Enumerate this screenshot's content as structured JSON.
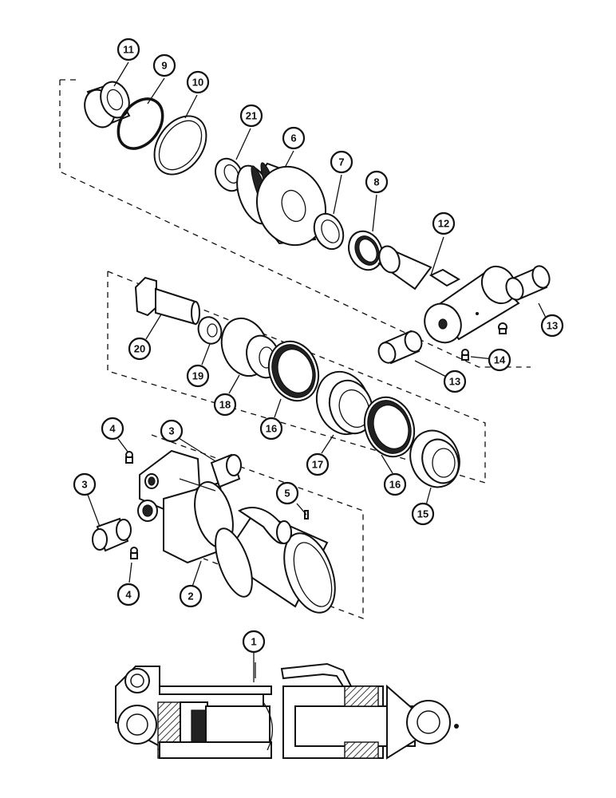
{
  "callouts": {
    "c1": "1",
    "c2": "2",
    "c3a": "3",
    "c3b": "3",
    "c4a": "4",
    "c4b": "4",
    "c5": "5",
    "c6": "6",
    "c7": "7",
    "c8": "8",
    "c9": "9",
    "c10": "10",
    "c11": "11",
    "c12": "12",
    "c13a": "13",
    "c13b": "13",
    "c14": "14",
    "c15": "15",
    "c16a": "16",
    "c16b": "16",
    "c17": "17",
    "c18": "18",
    "c19": "19",
    "c20": "20",
    "c21": "21"
  }
}
